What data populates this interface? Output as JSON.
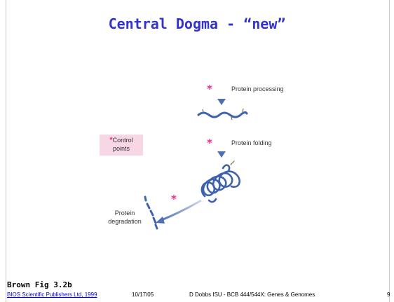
{
  "slide": {
    "title": "Central Dogma - “new”",
    "figure_label": "Brown Fig 3.2b",
    "footer": {
      "link_text": "BIOS Scientific Publishers Ltd, 1999",
      "date": "10/17/05",
      "center": "D Dobbs ISU - BCB 444/544X: Genes & Genomes",
      "page": "9"
    }
  },
  "diagram": {
    "steps": [
      {
        "label": "Protein processing"
      },
      {
        "label": "Protein folding"
      }
    ],
    "degradation_label_line1": "Protein",
    "degradation_label_line2": "degradation",
    "legend": {
      "line1": "Control",
      "line2": "points"
    },
    "colors": {
      "arrow": "#4f6fb5",
      "chain": "#3f62ad",
      "star": "#e8308e",
      "legend_bg": "#f7d7e4",
      "title": "#3333cc"
    }
  }
}
